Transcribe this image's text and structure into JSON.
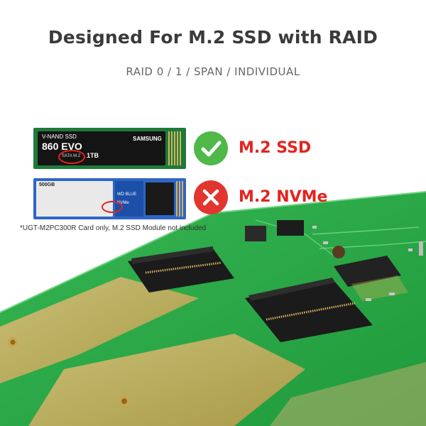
{
  "headline": "Designed For M.2 SSD with RAID",
  "modes": "RAID 0 / 1 / SPAN / INDIVIDUAL",
  "supported": {
    "label": "M.2 SSD",
    "status_icon": "check-icon",
    "module_brand": "SAMSUNG",
    "module_series": "V-NAND SSD",
    "module_model": "860 EVO",
    "module_interface": "SATA M.2",
    "module_capacity": "1TB",
    "color": "#4fb848"
  },
  "unsupported": {
    "label": "M.2 NVMe",
    "status_icon": "cross-icon",
    "module_capacity": "500GB",
    "module_model": "WD BLUE",
    "module_interface": "NVMe",
    "color": "#e2352f"
  },
  "footnote": "*UGT-M2PC300R Card only, M.2 SSD Module not included",
  "accent_color": "#e3241f",
  "board_color": "#2faa4c"
}
